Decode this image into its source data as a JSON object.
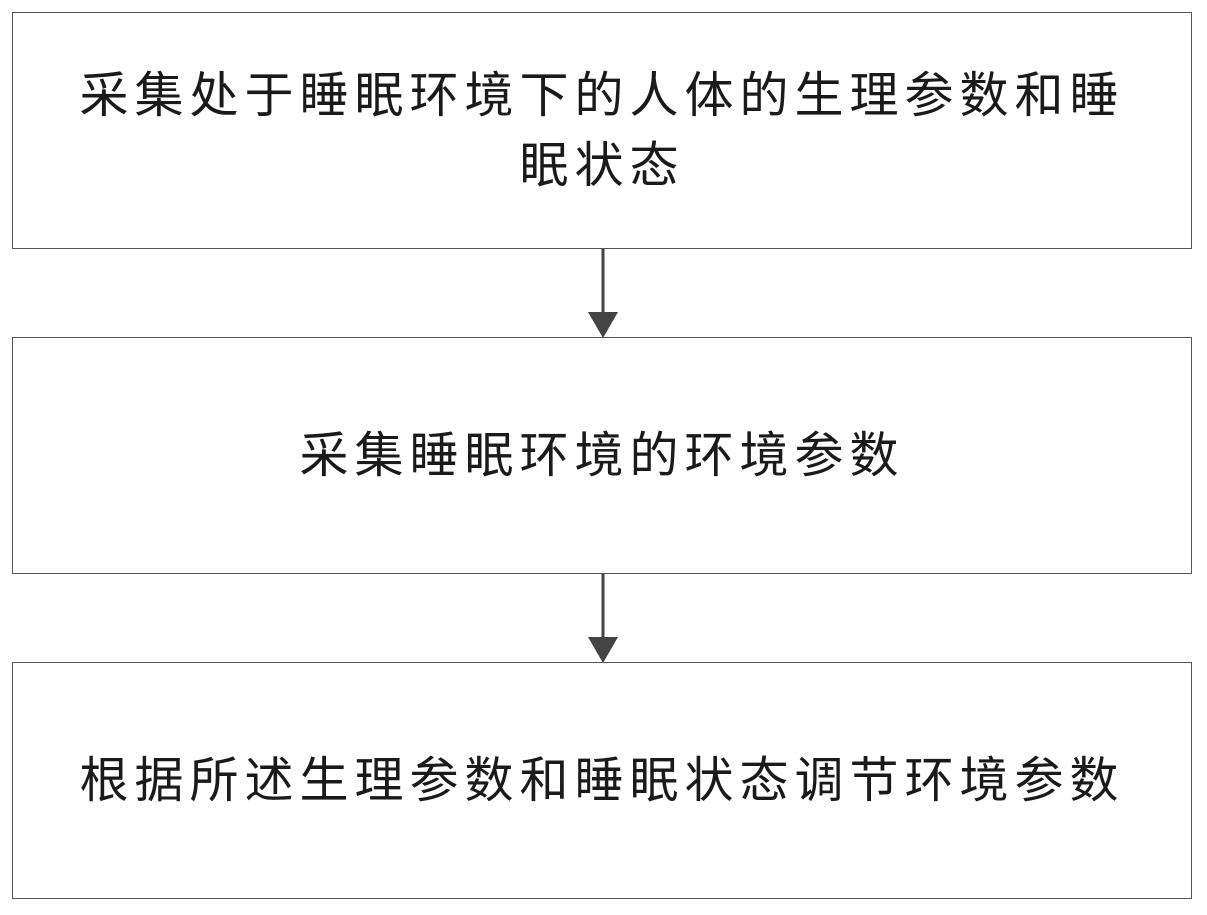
{
  "diagram": {
    "steps": [
      {
        "text": "采集处于睡眠环境下的人体的生理参数和睡眠状态"
      },
      {
        "text": "采集睡眠环境的环境参数"
      },
      {
        "text": "根据所述生理参数和睡眠状态调节环境参数"
      }
    ],
    "colors": {
      "border": "#555555",
      "arrow": "#444444",
      "text": "#1a1a1a",
      "background": "#ffffff"
    }
  }
}
